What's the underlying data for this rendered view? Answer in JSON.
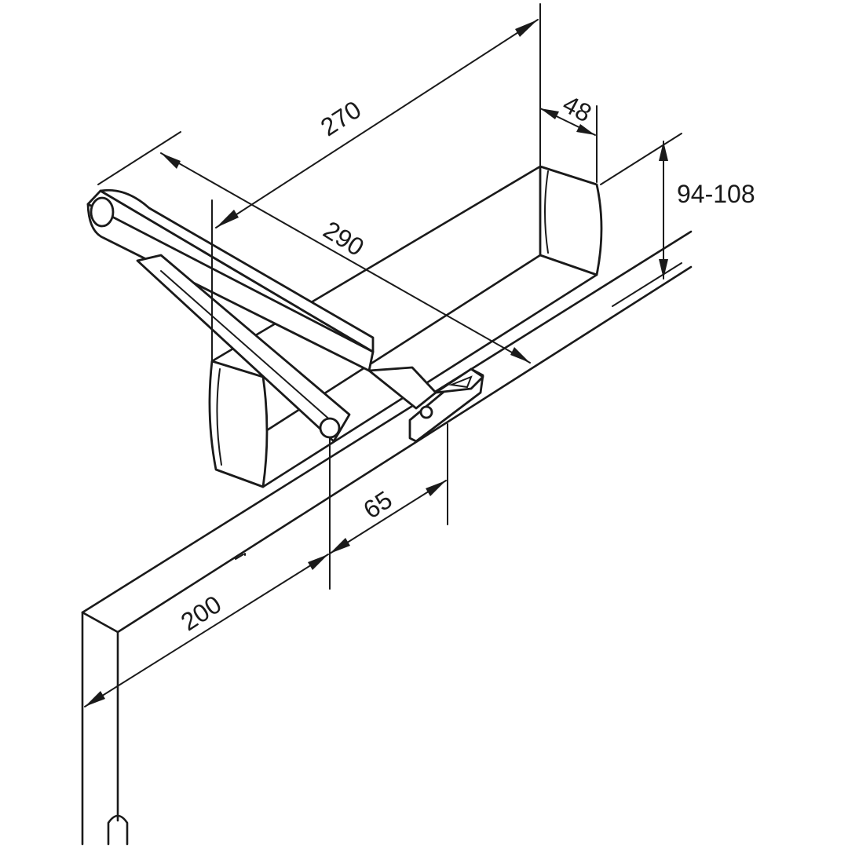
{
  "dimensions": {
    "arm_length": "270",
    "bracket_span": "290",
    "body_depth": "48",
    "body_height": "94-108",
    "pivot_offset": "65",
    "hinge_distance": "200"
  }
}
